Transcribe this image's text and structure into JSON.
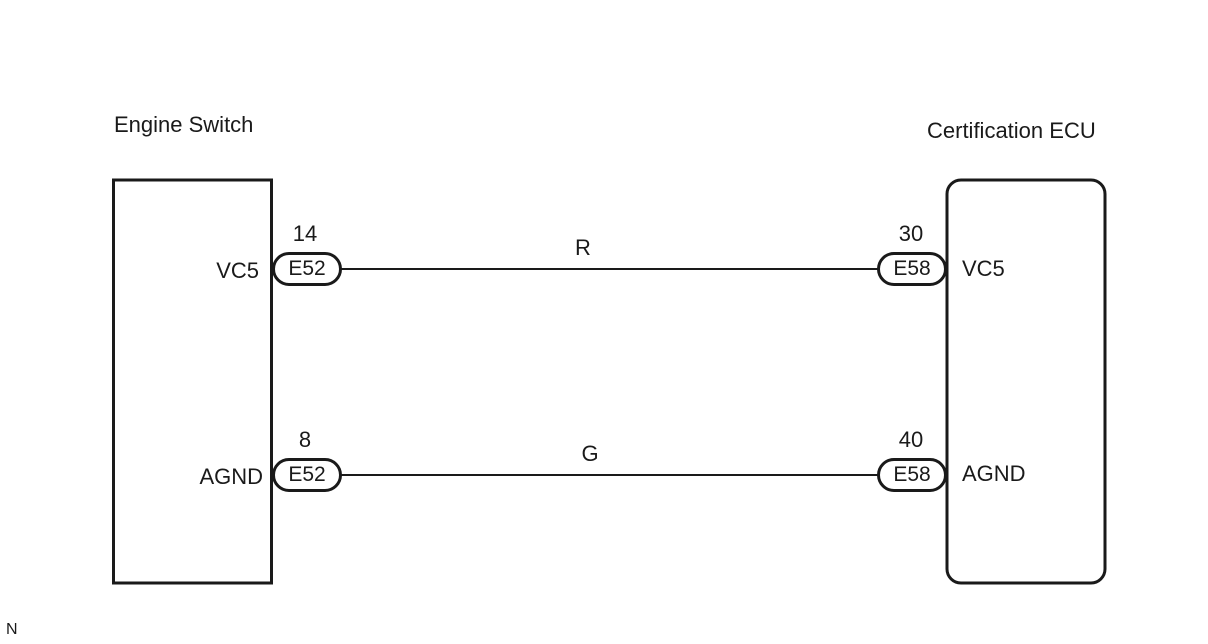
{
  "components": {
    "left": {
      "title": "Engine Switch"
    },
    "right": {
      "title": "Certification ECU"
    }
  },
  "circuits": [
    {
      "wire_color": "R",
      "left": {
        "pin": "14",
        "signal": "VC5",
        "connector": "E52"
      },
      "right": {
        "pin": "30",
        "signal": "VC5",
        "connector": "E58"
      }
    },
    {
      "wire_color": "G",
      "left": {
        "pin": "8",
        "signal": "AGND",
        "connector": "E52"
      },
      "right": {
        "pin": "40",
        "signal": "AGND",
        "connector": "E58"
      }
    }
  ],
  "footer": {
    "code": "N"
  }
}
